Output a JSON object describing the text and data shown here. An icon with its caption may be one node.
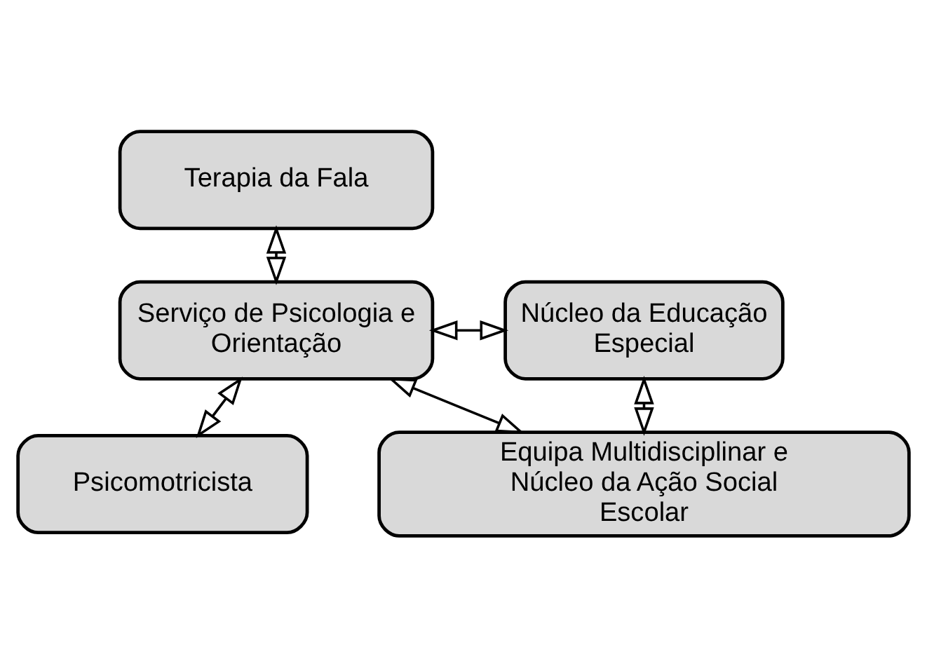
{
  "diagram": {
    "nodes": [
      {
        "text": [
          "Terapia da Fala"
        ]
      },
      {
        "text": [
          "Serviço de Psicologia e Orientação"
        ]
      },
      {
        "text": [
          "Núcleo da Educação Especial"
        ]
      },
      {
        "text": [
          "Psicomotricista"
        ]
      },
      {
        "text": [
          "Equipa Multidisciplinar e Núcleo da Ação Social Escolar"
        ]
      }
    ],
    "edges": [
      {
        "from": 0,
        "to": 1,
        "arrow": "both"
      },
      {
        "from": 1,
        "to": 2,
        "arrow": "both"
      },
      {
        "from": 1,
        "to": 3,
        "arrow": "both"
      },
      {
        "from": 1,
        "to": 4,
        "arrow": "both"
      },
      {
        "from": 2,
        "to": 4,
        "arrow": "both"
      }
    ]
  }
}
